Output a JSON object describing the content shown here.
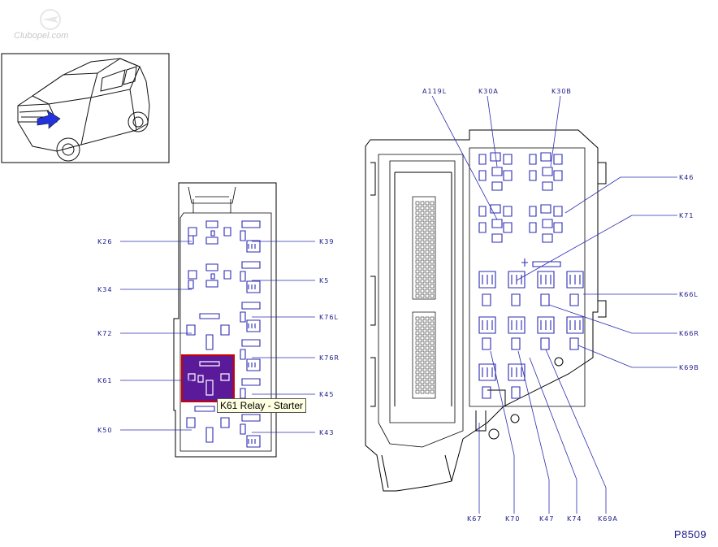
{
  "diagram": {
    "ref": "P8509",
    "tooltip": "K61 Relay - Starter",
    "watermark": "Clubopel.com",
    "colors": {
      "label": "#1a1a8c",
      "outline": "#2b2bb0",
      "highlight_fill": "#5a1a9a",
      "highlight_border": "#cc0000",
      "arrow": "#2233dd"
    },
    "left_labels": [
      "K26",
      "K34",
      "K72",
      "K61",
      "K50"
    ],
    "left_right_labels": [
      "K39",
      "K5",
      "K76L",
      "K76R",
      "K45",
      "K43"
    ],
    "right_top_labels": [
      "A119L",
      "K30A",
      "K30B"
    ],
    "right_side_labels": [
      "K46",
      "K71",
      "K66L",
      "K66R",
      "K69B"
    ],
    "right_bottom_labels": [
      "K67",
      "K70",
      "K47",
      "K74",
      "K69A"
    ]
  }
}
